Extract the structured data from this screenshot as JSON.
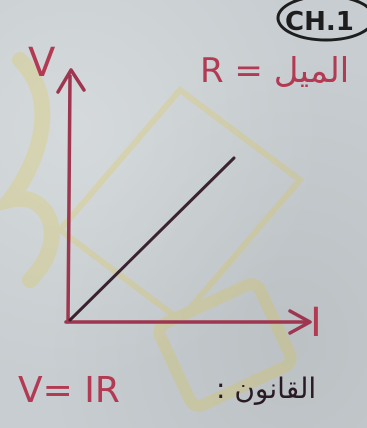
{
  "badge": {
    "text": "CH.1"
  },
  "axes": {
    "y_label": "V",
    "x_label": "I"
  },
  "annotations": {
    "resistance_equation": "R = الميل",
    "law_equation": "V= IR",
    "law_label": ": القانون"
  },
  "colors": {
    "axis": "#9e3650",
    "line": "#3a2230",
    "watermark": "#e7c200"
  }
}
